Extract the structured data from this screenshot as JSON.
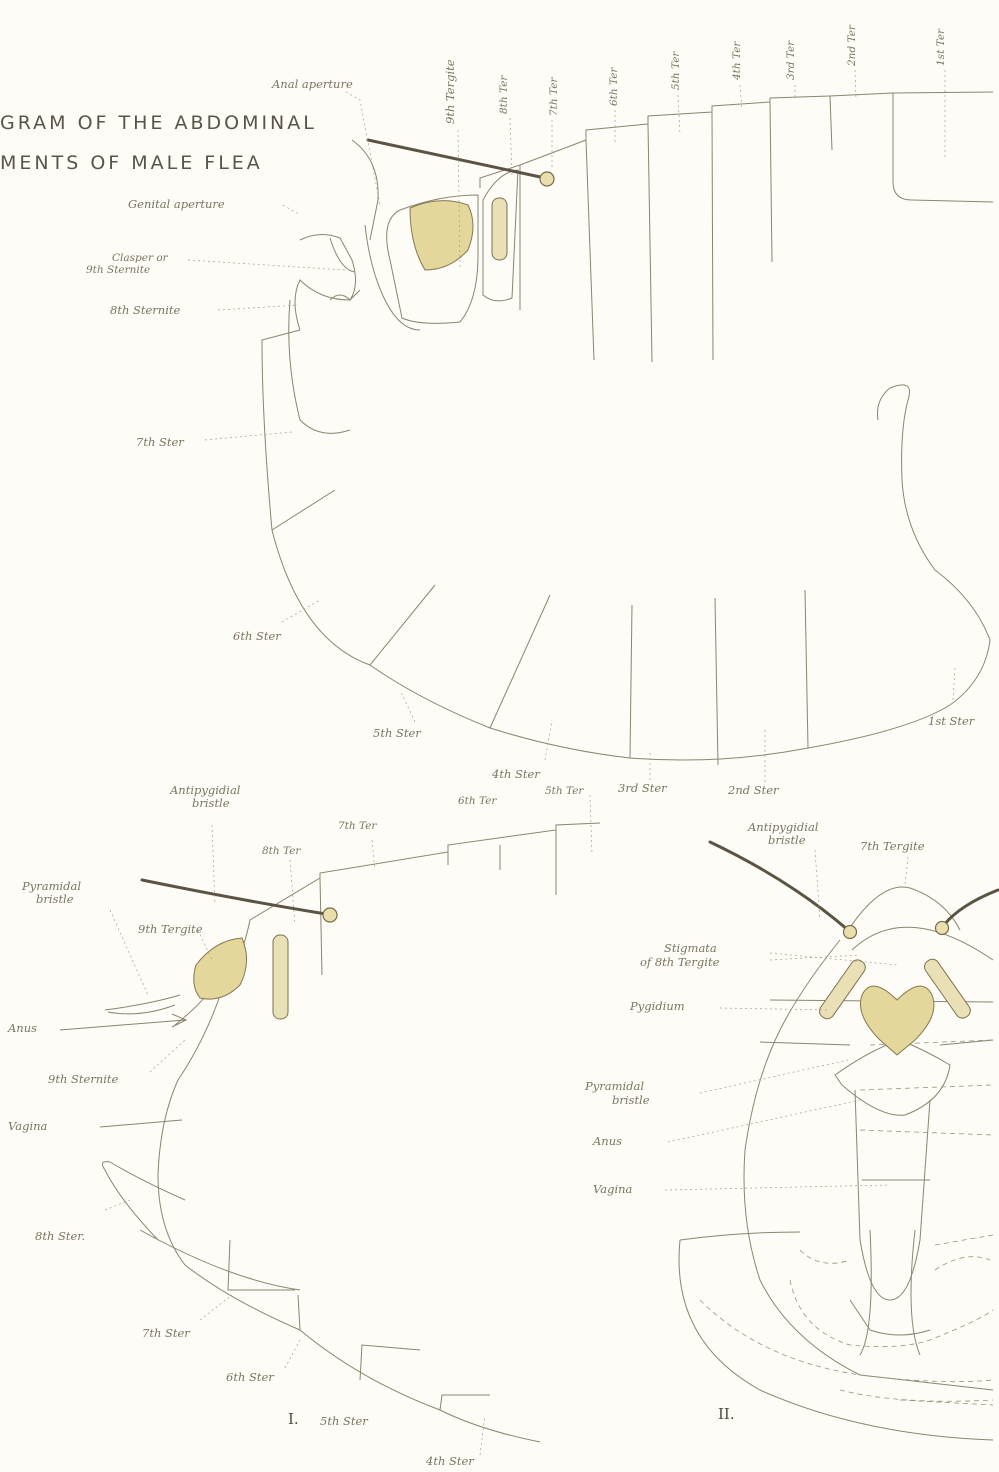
{
  "title": {
    "line1": "GRAM OF THE ABDOMINAL",
    "line2": "MENTS OF MALE FLEA"
  },
  "fig1_top": {
    "labels": {
      "anal_aperture": "Anal aperture",
      "genital_aperture": "Genital aperture",
      "clasper_1": "Clasper or",
      "clasper_2": "9th Sternite",
      "sternite8": "8th Sternite",
      "ster7": "7th Ster",
      "ster6": "6th Ster",
      "ster5": "5th Ster",
      "ster4": "4th Ster",
      "ster3": "3rd Ster",
      "ster2": "2nd Ster",
      "ster1": "1st Ster",
      "tergite9": "9th Tergite",
      "ter8": "8th Ter",
      "ter7": "7th Ter",
      "ter6": "6th Ter",
      "ter5": "5th Ter",
      "ter4": "4th Ter",
      "ter3": "3rd Ter",
      "ter2": "2nd Ter",
      "ter1": "1st Ter"
    }
  },
  "fig_I": {
    "numeral": "I.",
    "labels": {
      "antipygidial_1": "Antipygidial",
      "antipygidial_2": "bristle",
      "ter7": "7th Ter",
      "ter8": "8th Ter",
      "ter6": "6th Ter",
      "ter5": "5th Ter",
      "pyramidal_1": "Pyramidal",
      "pyramidal_2": "bristle",
      "tergite9": "9th Tergite",
      "anus": "Anus",
      "sternite9": "9th Sternite",
      "vagina": "Vagina",
      "ster8": "8th Ster.",
      "ster7": "7th Ster",
      "ster6": "6th Ster",
      "ster5": "5th Ster",
      "ster4": "4th Ster"
    }
  },
  "fig_II": {
    "numeral": "II.",
    "labels": {
      "antipygidial_1": "Antipygidial",
      "antipygidial_2": "bristle",
      "tergite7": "7th Tergite",
      "stigmata_1": "Stigmata",
      "stigmata_2": "of 8th Tergite",
      "pygidium": "Pygidium",
      "pyramidal_1": "Pyramidal",
      "pyramidal_2": "bristle",
      "anus": "Anus",
      "vagina": "Vagina"
    }
  }
}
